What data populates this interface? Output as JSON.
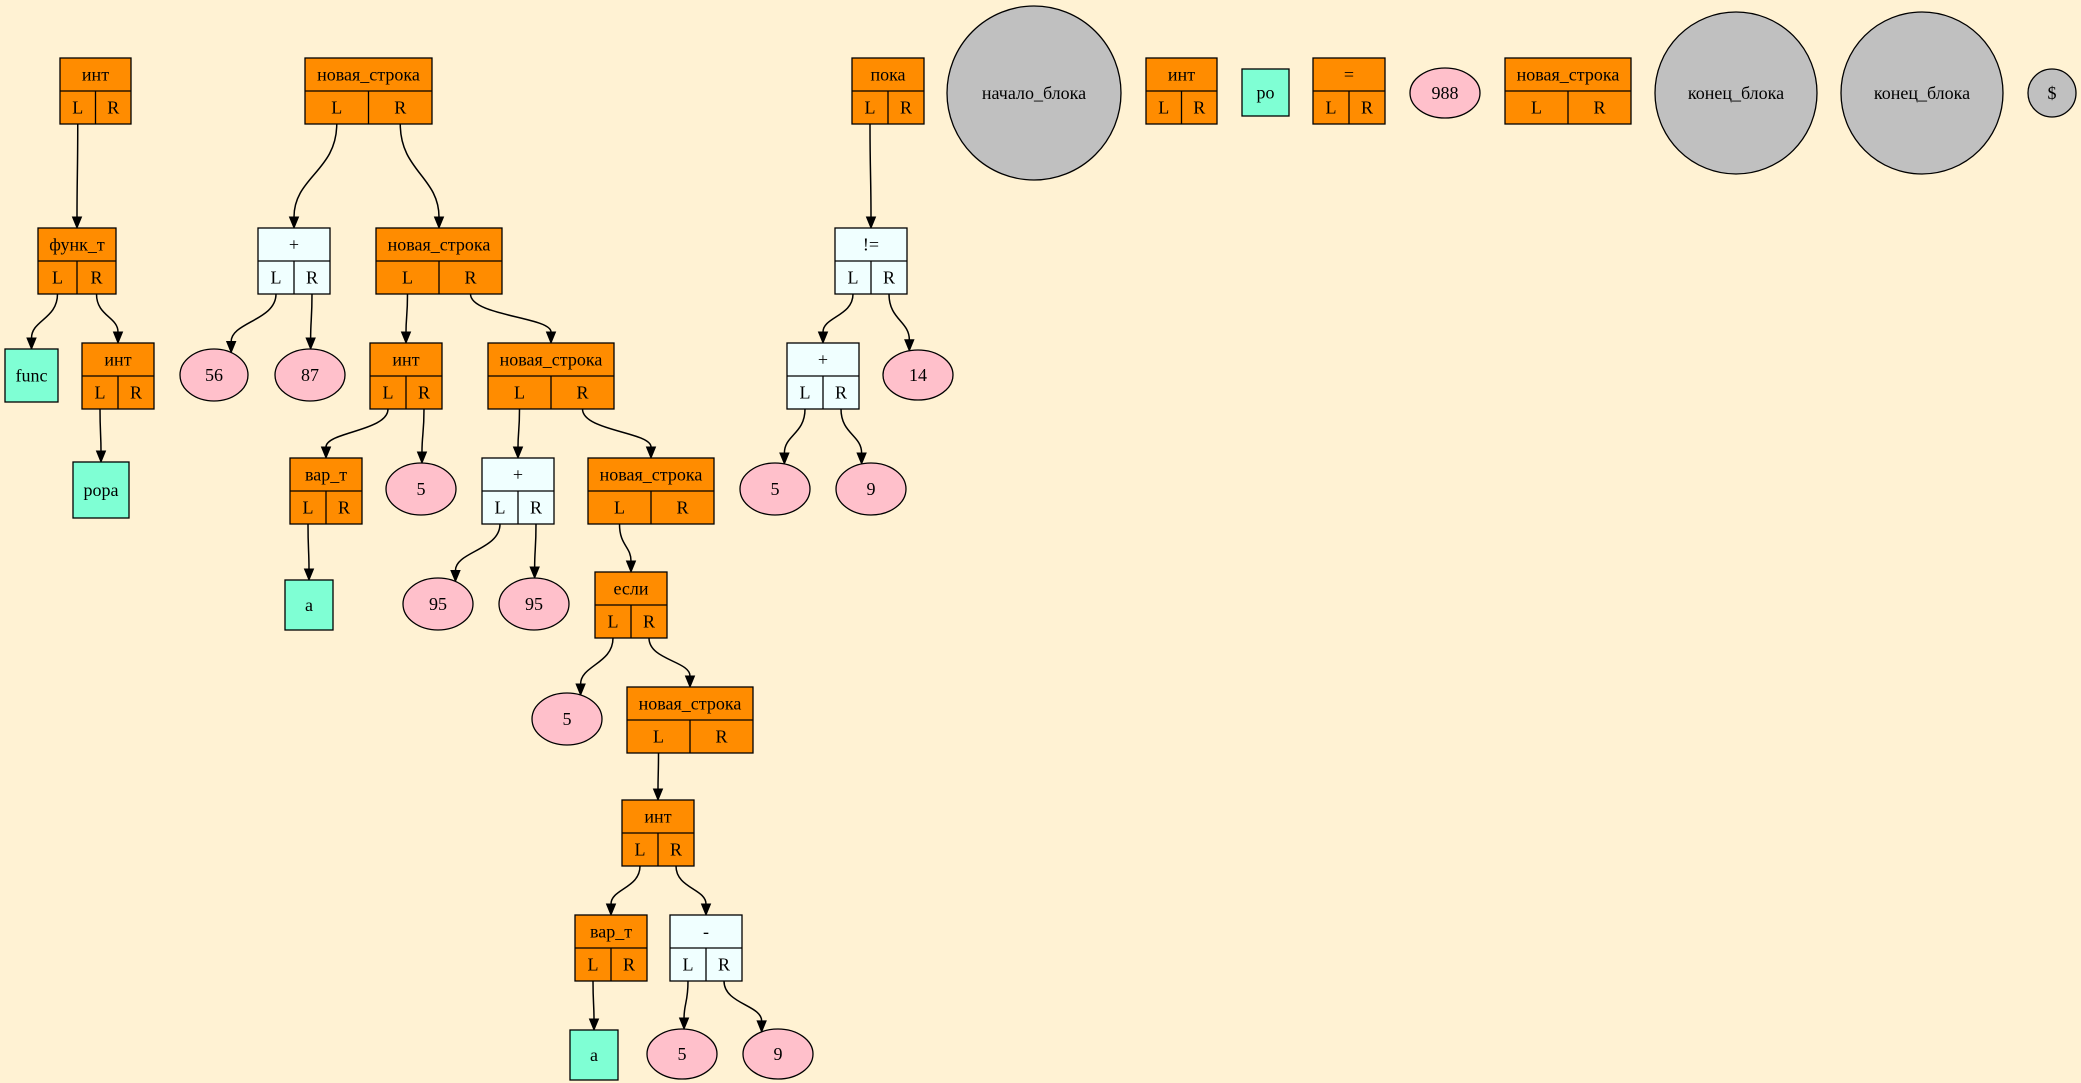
{
  "colors": {
    "background": "#fff2d3",
    "operator_node": "#ff8c00",
    "math_node": "#f0ffff",
    "identifier_node": "#7fffd4",
    "number_node": "#ffc0cb",
    "block_node": "#c0c0c0"
  },
  "labels": {
    "left": "L",
    "right": "R"
  },
  "nodes": [
    {
      "id": "n1",
      "kind": "record",
      "style": "orange",
      "text": "инт"
    },
    {
      "id": "n2",
      "kind": "record",
      "style": "orange",
      "text": "функ_т"
    },
    {
      "id": "n3",
      "kind": "box",
      "style": "aqua",
      "text": "func"
    },
    {
      "id": "n4",
      "kind": "record",
      "style": "orange",
      "text": "инт"
    },
    {
      "id": "n5",
      "kind": "box",
      "style": "aqua",
      "text": "popa"
    },
    {
      "id": "n6",
      "kind": "record",
      "style": "orange",
      "text": "новая_строка"
    },
    {
      "id": "n7",
      "kind": "record",
      "style": "white",
      "text": "+"
    },
    {
      "id": "n8",
      "kind": "ellipse",
      "style": "pink",
      "text": "56"
    },
    {
      "id": "n9",
      "kind": "ellipse",
      "style": "pink",
      "text": "87"
    },
    {
      "id": "n10",
      "kind": "record",
      "style": "orange",
      "text": "новая_строка"
    },
    {
      "id": "n11",
      "kind": "record",
      "style": "orange",
      "text": "инт"
    },
    {
      "id": "n12",
      "kind": "record",
      "style": "orange",
      "text": "вар_т"
    },
    {
      "id": "n13",
      "kind": "box",
      "style": "aqua",
      "text": "a"
    },
    {
      "id": "n14",
      "kind": "ellipse",
      "style": "pink",
      "text": "5"
    },
    {
      "id": "n15",
      "kind": "record",
      "style": "orange",
      "text": "новая_строка"
    },
    {
      "id": "n16",
      "kind": "record",
      "style": "white",
      "text": "+"
    },
    {
      "id": "n17",
      "kind": "ellipse",
      "style": "pink",
      "text": "95"
    },
    {
      "id": "n18",
      "kind": "ellipse",
      "style": "pink",
      "text": "95"
    },
    {
      "id": "n19",
      "kind": "record",
      "style": "orange",
      "text": "новая_строка"
    },
    {
      "id": "n20",
      "kind": "record",
      "style": "orange",
      "text": "если"
    },
    {
      "id": "n21",
      "kind": "ellipse",
      "style": "pink",
      "text": "5"
    },
    {
      "id": "n22",
      "kind": "record",
      "style": "orange",
      "text": "новая_строка"
    },
    {
      "id": "n23",
      "kind": "record",
      "style": "orange",
      "text": "инт"
    },
    {
      "id": "n24",
      "kind": "record",
      "style": "orange",
      "text": "вар_т"
    },
    {
      "id": "n25",
      "kind": "box",
      "style": "aqua",
      "text": "a"
    },
    {
      "id": "n26",
      "kind": "record",
      "style": "white",
      "text": "-"
    },
    {
      "id": "n27",
      "kind": "ellipse",
      "style": "pink",
      "text": "5"
    },
    {
      "id": "n28",
      "kind": "ellipse",
      "style": "pink",
      "text": "9"
    },
    {
      "id": "n29",
      "kind": "record",
      "style": "orange",
      "text": "пока"
    },
    {
      "id": "n30",
      "kind": "record",
      "style": "white",
      "text": "!="
    },
    {
      "id": "n31",
      "kind": "record",
      "style": "white",
      "text": "+"
    },
    {
      "id": "n32",
      "kind": "ellipse",
      "style": "pink",
      "text": "5"
    },
    {
      "id": "n33",
      "kind": "ellipse",
      "style": "pink",
      "text": "9"
    },
    {
      "id": "n34",
      "kind": "ellipse",
      "style": "pink",
      "text": "14"
    },
    {
      "id": "n35",
      "kind": "circle",
      "style": "gray",
      "text": "начало_блока"
    },
    {
      "id": "n36",
      "kind": "record",
      "style": "orange",
      "text": "инт"
    },
    {
      "id": "n37",
      "kind": "box",
      "style": "aqua",
      "text": "po"
    },
    {
      "id": "n38",
      "kind": "record",
      "style": "orange",
      "text": "="
    },
    {
      "id": "n39",
      "kind": "ellipse",
      "style": "pink",
      "text": "988"
    },
    {
      "id": "n40",
      "kind": "record",
      "style": "orange",
      "text": "новая_строка"
    },
    {
      "id": "n41",
      "kind": "circle",
      "style": "gray",
      "text": "конец_блока"
    },
    {
      "id": "n42",
      "kind": "circle",
      "style": "gray",
      "text": "конец_блока"
    },
    {
      "id": "n43",
      "kind": "circle",
      "style": "gray",
      "text": "$"
    }
  ],
  "edges": [
    [
      "n1",
      "n2",
      "L"
    ],
    [
      "n2",
      "n3",
      "L"
    ],
    [
      "n2",
      "n4",
      "R"
    ],
    [
      "n4",
      "n5",
      "L"
    ],
    [
      "n6",
      "n7",
      "L"
    ],
    [
      "n6",
      "n10",
      "R"
    ],
    [
      "n7",
      "n8",
      "L"
    ],
    [
      "n7",
      "n9",
      "R"
    ],
    [
      "n10",
      "n11",
      "L"
    ],
    [
      "n10",
      "n15",
      "R"
    ],
    [
      "n11",
      "n12",
      "L"
    ],
    [
      "n11",
      "n14",
      "R"
    ],
    [
      "n12",
      "n13",
      "L"
    ],
    [
      "n15",
      "n16",
      "L"
    ],
    [
      "n15",
      "n19",
      "R"
    ],
    [
      "n16",
      "n17",
      "L"
    ],
    [
      "n16",
      "n18",
      "R"
    ],
    [
      "n19",
      "n20",
      "L"
    ],
    [
      "n20",
      "n21",
      "L"
    ],
    [
      "n20",
      "n22",
      "R"
    ],
    [
      "n22",
      "n23",
      "L"
    ],
    [
      "n23",
      "n24",
      "L"
    ],
    [
      "n23",
      "n26",
      "R"
    ],
    [
      "n24",
      "n25",
      "L"
    ],
    [
      "n26",
      "n27",
      "L"
    ],
    [
      "n26",
      "n28",
      "R"
    ],
    [
      "n29",
      "n30",
      "L"
    ],
    [
      "n30",
      "n31",
      "L"
    ],
    [
      "n30",
      "n34",
      "R"
    ],
    [
      "n31",
      "n32",
      "L"
    ],
    [
      "n31",
      "n33",
      "R"
    ]
  ]
}
